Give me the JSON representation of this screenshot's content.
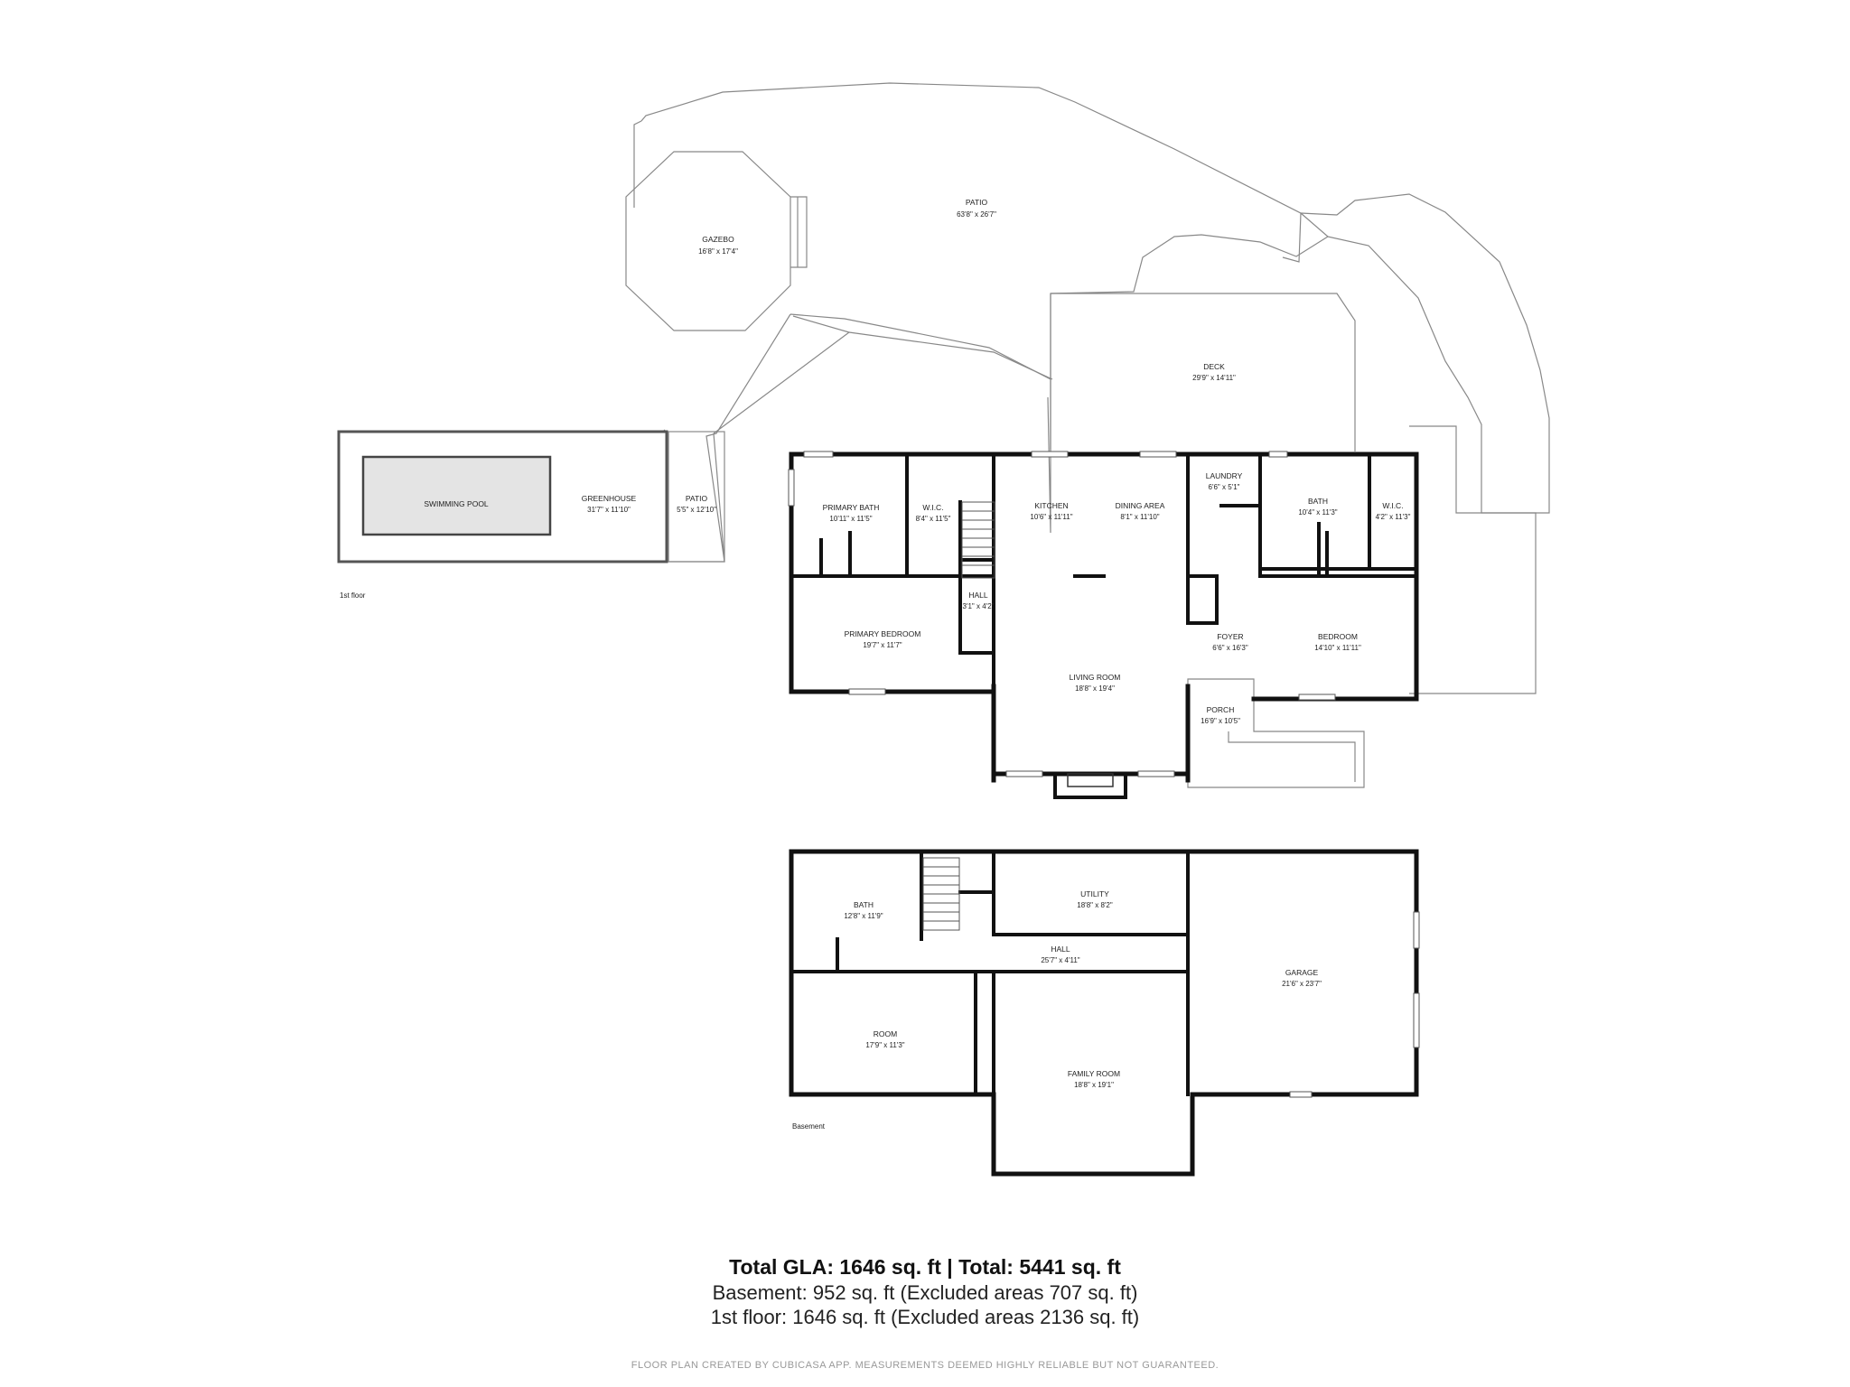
{
  "floors": {
    "first": {
      "label": "1st floor",
      "rooms": {
        "patio_big": {
          "name": "PATIO",
          "dims": "63'8\" x 26'7\""
        },
        "gazebo": {
          "name": "GAZEBO",
          "dims": "16'8\" x 17'4\""
        },
        "deck": {
          "name": "DECK",
          "dims": "29'9\" x 14'11\""
        },
        "pool": {
          "name": "SWIMMING POOL"
        },
        "greenhouse": {
          "name": "GREENHOUSE",
          "dims": "31'7\" x 11'10\""
        },
        "patio_small": {
          "name": "PATIO",
          "dims": "5'5\" x 12'10\""
        },
        "primary_bath": {
          "name": "PRIMARY BATH",
          "dims": "10'11\" x 11'5\""
        },
        "wic1": {
          "name": "W.I.C.",
          "dims": "8'4\" x 11'5\""
        },
        "kitchen": {
          "name": "KITCHEN",
          "dims": "10'6\" x 11'11\""
        },
        "dining": {
          "name": "DINING AREA",
          "dims": "8'1\" x 11'10\""
        },
        "laundry": {
          "name": "LAUNDRY",
          "dims": "6'6\" x 5'1\""
        },
        "bath": {
          "name": "BATH",
          "dims": "10'4\" x 11'3\""
        },
        "wic2": {
          "name": "W.I.C.",
          "dims": "4'2\" x 11'3\""
        },
        "hall": {
          "name": "HALL",
          "dims": "3'1\" x 4'2\""
        },
        "primary_bedroom": {
          "name": "PRIMARY BEDROOM",
          "dims": "19'7\" x 11'7\""
        },
        "foyer": {
          "name": "FOYER",
          "dims": "6'6\" x 16'3\""
        },
        "bedroom": {
          "name": "BEDROOM",
          "dims": "14'10\" x 11'11\""
        },
        "living": {
          "name": "LIVING ROOM",
          "dims": "18'8\" x 19'4\""
        },
        "porch": {
          "name": "PORCH",
          "dims": "16'9\" x 10'5\""
        }
      }
    },
    "basement": {
      "label": "Basement",
      "rooms": {
        "bath": {
          "name": "BATH",
          "dims": "12'8\" x 11'9\""
        },
        "utility": {
          "name": "UTILITY",
          "dims": "18'8\" x 8'2\""
        },
        "hall": {
          "name": "HALL",
          "dims": "25'7\" x 4'11\""
        },
        "garage": {
          "name": "GARAGE",
          "dims": "21'6\" x 23'7\""
        },
        "room": {
          "name": "ROOM",
          "dims": "17'9\" x 11'3\""
        },
        "family": {
          "name": "FAMILY ROOM",
          "dims": "18'8\" x 19'1\""
        }
      }
    }
  },
  "summary": {
    "total": "Total GLA: 1646 sq. ft | Total: 5441 sq. ft",
    "basement": "Basement: 952 sq. ft (Excluded areas 707 sq. ft)",
    "first": "1st floor: 1646 sq. ft (Excluded areas 2136 sq. ft)"
  },
  "footer": "FLOOR PLAN CREATED BY CUBICASA APP. MEASUREMENTS DEEMED HIGHLY RELIABLE BUT NOT GUARANTEED."
}
